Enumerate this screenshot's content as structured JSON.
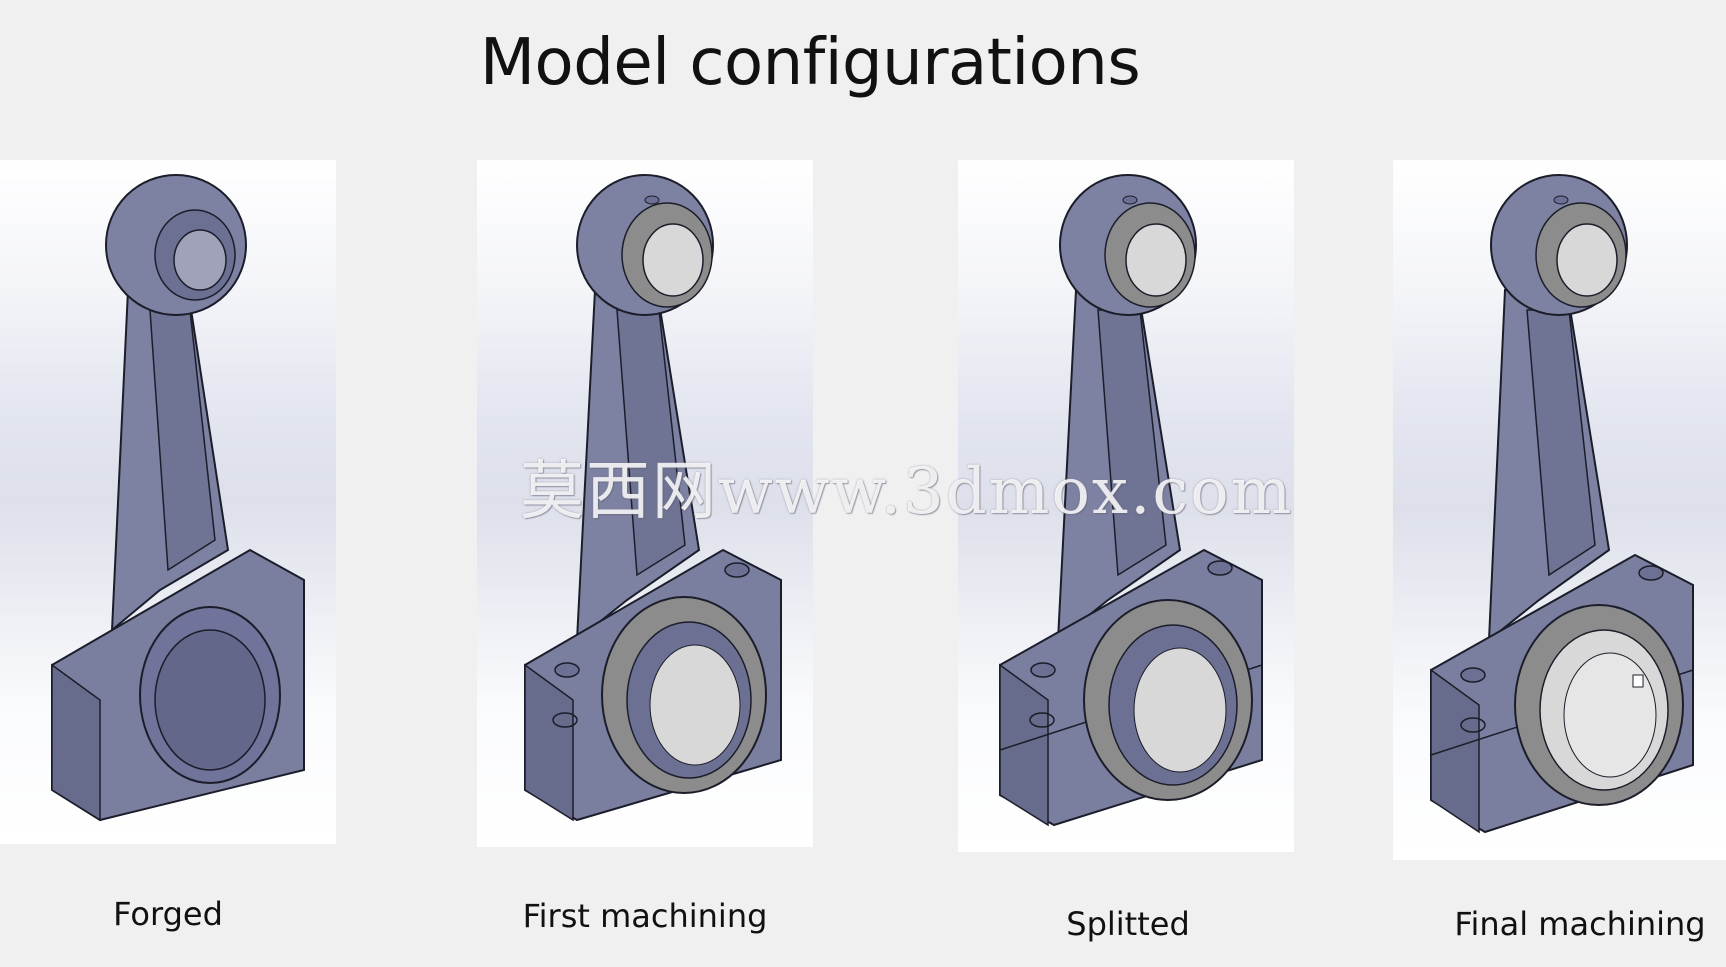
{
  "slide": {
    "title": "Model configurations",
    "watermark": "莫西网www.3dmox.com"
  },
  "configurations": [
    {
      "label": "Forged"
    },
    {
      "label": "First machining"
    },
    {
      "label": "Splitted"
    },
    {
      "label": "Final machining"
    }
  ],
  "colors": {
    "background": "#f0f0f0",
    "part_body": "#7d80a0",
    "part_edge": "#1c1d2a",
    "machined_surface": "#8c8c8c",
    "bore_interior": "#d8d8d8"
  }
}
